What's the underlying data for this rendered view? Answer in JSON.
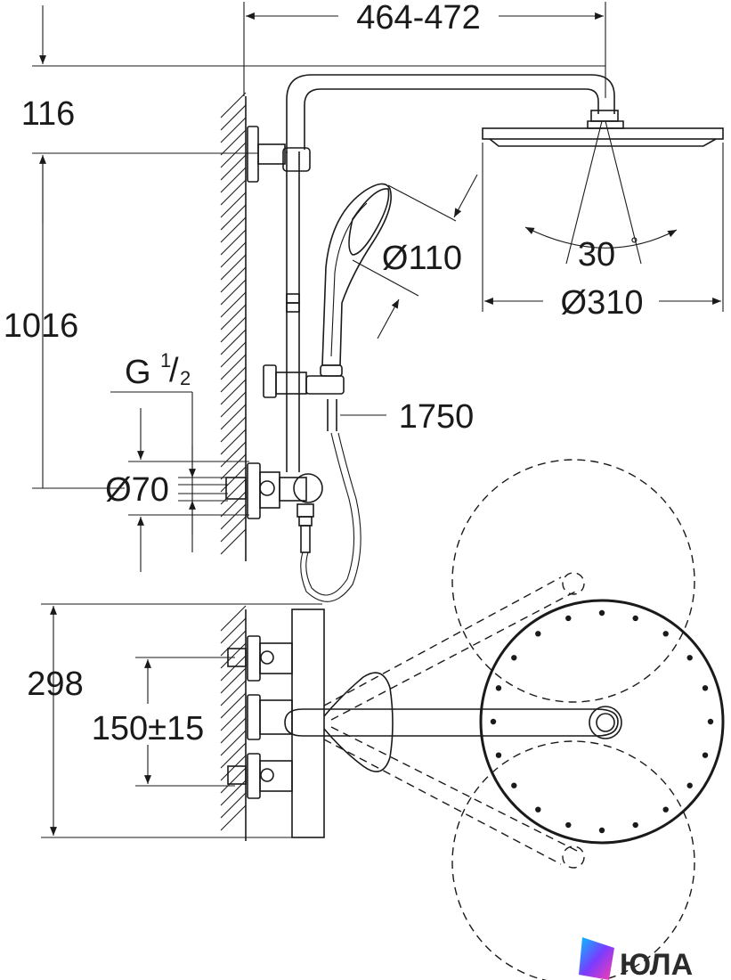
{
  "dimensions": {
    "arm_width": "464-472",
    "top_offset": "116",
    "rail_height": "1016",
    "thread_main": "G",
    "thread_num": "1",
    "thread_den": "2",
    "flange_diameter": "Ø70",
    "hand_shower_diameter": "Ø110",
    "head_shower_diameter": "Ø310",
    "tilt_angle": "30",
    "tilt_unit": "°",
    "hose_length": "1750",
    "depth": "298",
    "connection_spacing": "150±15"
  },
  "logo": {
    "text": "ЮЛА",
    "colors": [
      "#00c2ff",
      "#7a3cff",
      "#ff3caa"
    ]
  }
}
